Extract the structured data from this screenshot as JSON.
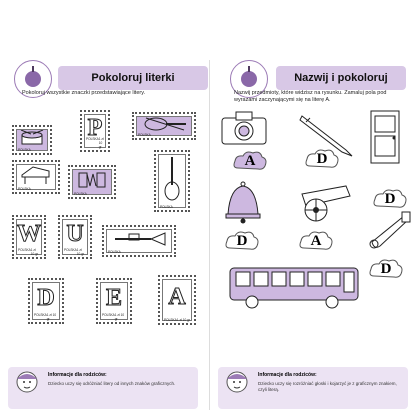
{
  "left": {
    "title": "Pokoloruj literki",
    "instruction": "Pokoloruj wszystkie znaczki przedstawiające litery.",
    "stamps": [
      {
        "letter": "",
        "country": "POLSKA",
        "price": "",
        "icon": "drum-icon",
        "purple": true
      },
      {
        "letter": "P",
        "country": "POLSKA",
        "price": "1 zł 10 gr",
        "icon": "",
        "purple": false
      },
      {
        "letter": "",
        "country": "POLSKA",
        "price": "",
        "icon": "violin-icon",
        "purple": true
      },
      {
        "letter": "",
        "country": "POLSKA",
        "price": "",
        "icon": "piano-icon",
        "purple": false
      },
      {
        "letter": "",
        "country": "POLSKA",
        "price": "",
        "icon": "accordion-icon",
        "purple": true
      },
      {
        "letter": "",
        "country": "POLSKA",
        "price": "",
        "icon": "guitar-icon",
        "purple": false
      },
      {
        "letter": "W",
        "country": "POLSKA",
        "price": "1 zł 10 gr",
        "icon": "",
        "purple": false
      },
      {
        "letter": "U",
        "country": "POLSKA",
        "price": "1 zł 10 gr",
        "icon": "",
        "purple": false
      },
      {
        "letter": "",
        "country": "POLSKA",
        "price": "",
        "icon": "trumpet-icon",
        "purple": false
      },
      {
        "letter": "D",
        "country": "POLSKA",
        "price": "1 zł 10 gr",
        "icon": "",
        "purple": false
      },
      {
        "letter": "E",
        "country": "POLSKA",
        "price": "1 zł 10 gr",
        "icon": "",
        "purple": false
      },
      {
        "letter": "A",
        "country": "POLSKA",
        "price": "1 zł 10 gr",
        "icon": "",
        "purple": false
      }
    ],
    "footer_head": "Informacje dla rodziców:",
    "footer_text": "Dziecko uczy się odróżniać litery od innych znaków graficznych."
  },
  "right": {
    "title": "Nazwij i pokoloruj",
    "instruction": "Nazwij przedmioty, które widzisz na rysunku. Zamaluj pola pod wyrazami zaczynającymi się na literę A.",
    "clouds": [
      {
        "letter": "A",
        "purple": true
      },
      {
        "letter": "D",
        "purple": false
      },
      {
        "letter": "D",
        "purple": false
      },
      {
        "letter": "D",
        "purple": false
      },
      {
        "letter": "A",
        "purple": false
      },
      {
        "letter": "D",
        "purple": false
      }
    ],
    "footer_head": "Informacje dla rodziców:",
    "footer_text": "Dziecko uczy się rozróżniać głoski i kojarzyć je z graficznym znakiem, czyli literą."
  },
  "colors": {
    "accent": "#cdb8e0",
    "banner": "#d8c8e6",
    "footer": "#ece3f3"
  }
}
